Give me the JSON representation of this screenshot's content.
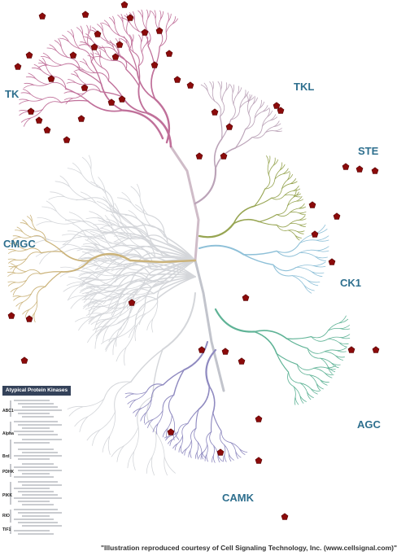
{
  "groups": {
    "tk": {
      "label": "TK",
      "color": "#c0709a"
    },
    "tkl": {
      "label": "TKL",
      "color": "#bba3b8"
    },
    "ste": {
      "label": "STE",
      "color": "#97a552"
    },
    "ck1": {
      "label": "CK1",
      "color": "#8ec0d8"
    },
    "agc": {
      "label": "AGC",
      "color": "#5fb396"
    },
    "camk": {
      "label": "CAMK",
      "color": "#8f8ac0"
    },
    "cmgc": {
      "label": "CMGC",
      "color": "#cbb37a"
    },
    "other": {
      "color": "#d4d6da"
    }
  },
  "label_color": "#2e6f8e",
  "marker": {
    "shape": "pentagon",
    "color": "#8b0a0a"
  },
  "atypical": {
    "title": "Atypical Protein Kinases",
    "title_bg": "#34425a",
    "families": [
      "ABC1",
      "Alpha",
      "Brd",
      "PDHK",
      "PIKK",
      "RIO",
      "TIF1"
    ]
  },
  "credit": "\"Illustration reproduced courtesy of Cell Signaling Technology, Inc. (www.cellsignal.com)\""
}
